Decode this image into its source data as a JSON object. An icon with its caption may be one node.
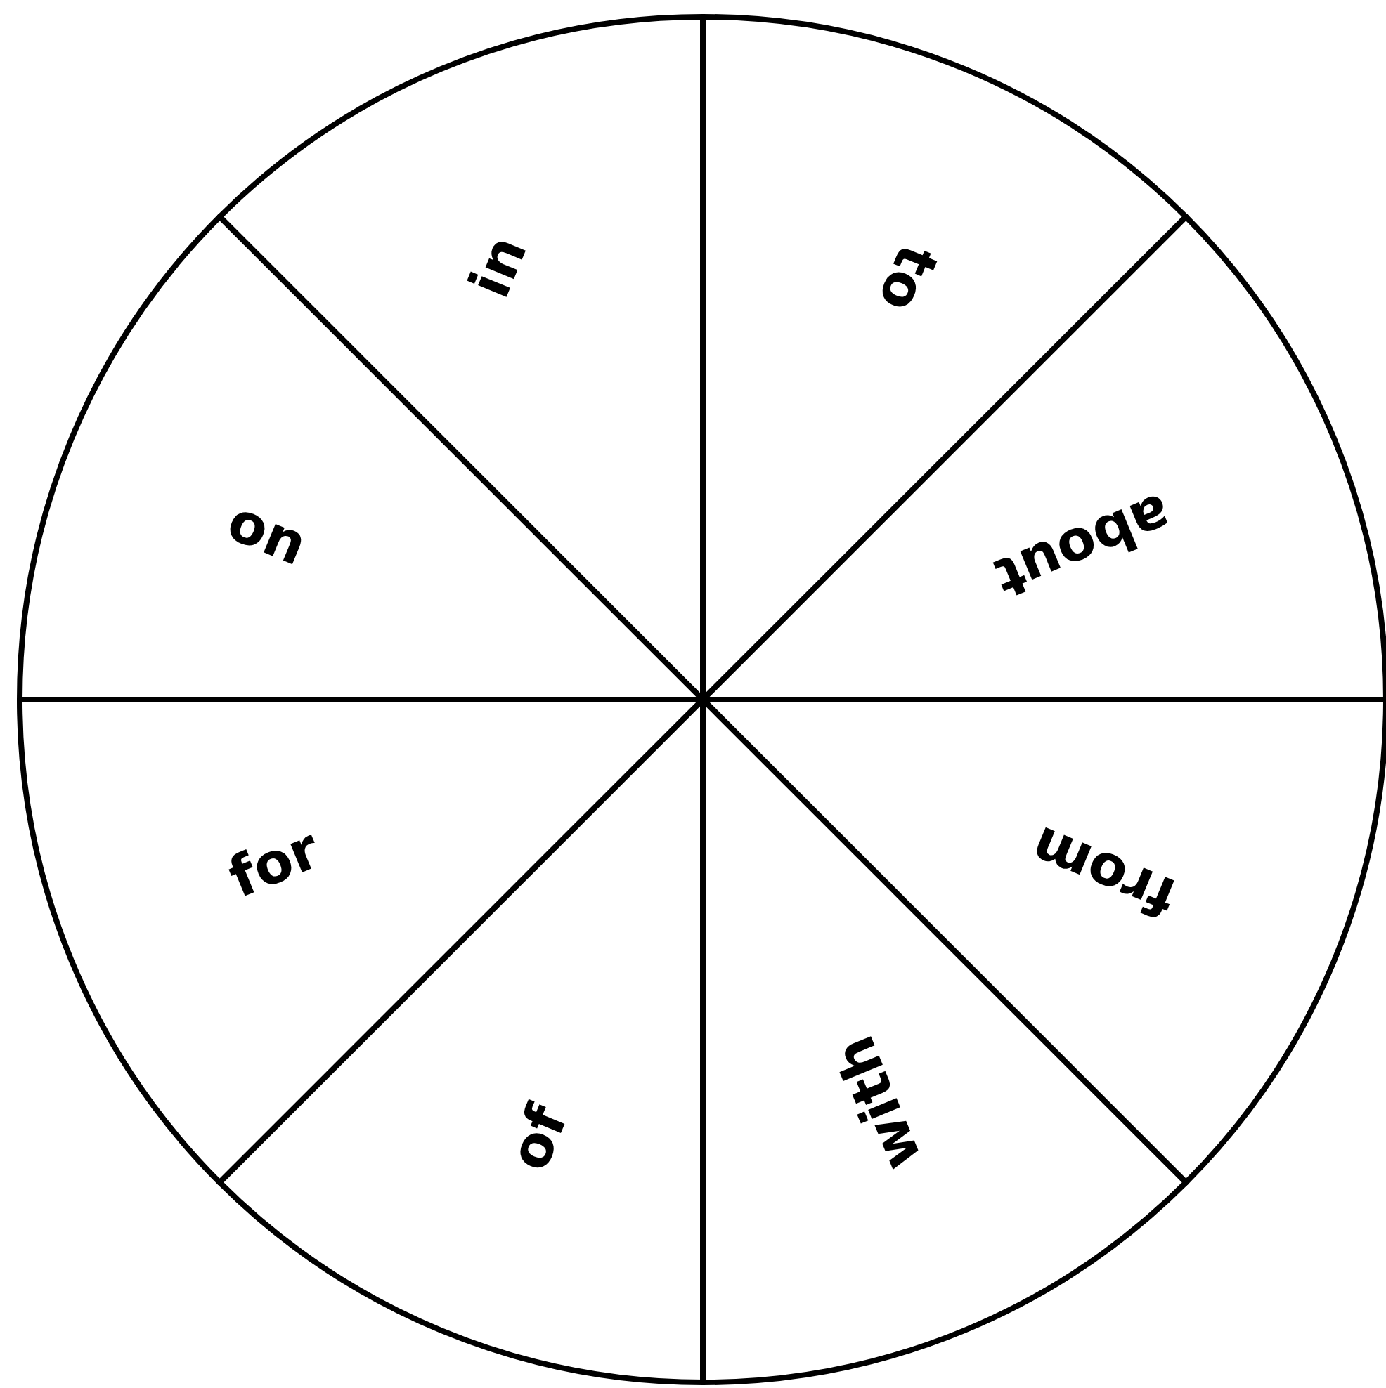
{
  "diagram": {
    "nodes": [
      {
        "text": [
          "in"
        ]
      },
      {
        "text": [
          "to"
        ]
      },
      {
        "text": [
          "on"
        ]
      },
      {
        "text": [
          "about"
        ]
      },
      {
        "text": [
          "for"
        ]
      },
      {
        "text": [
          "from"
        ]
      },
      {
        "text": [
          "of"
        ]
      },
      {
        "text": [
          "with"
        ]
      }
    ]
  }
}
